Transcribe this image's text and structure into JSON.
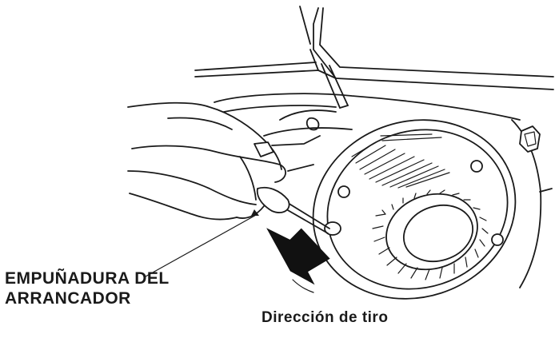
{
  "labels": {
    "handle_line1": "EMPUÑADURA DEL",
    "handle_line2": "ARRANCADOR",
    "pull_direction": "Dirección de tiro"
  },
  "colors": {
    "ink": "#1a1a1a",
    "background": "#ffffff",
    "arrow": "#111111"
  }
}
